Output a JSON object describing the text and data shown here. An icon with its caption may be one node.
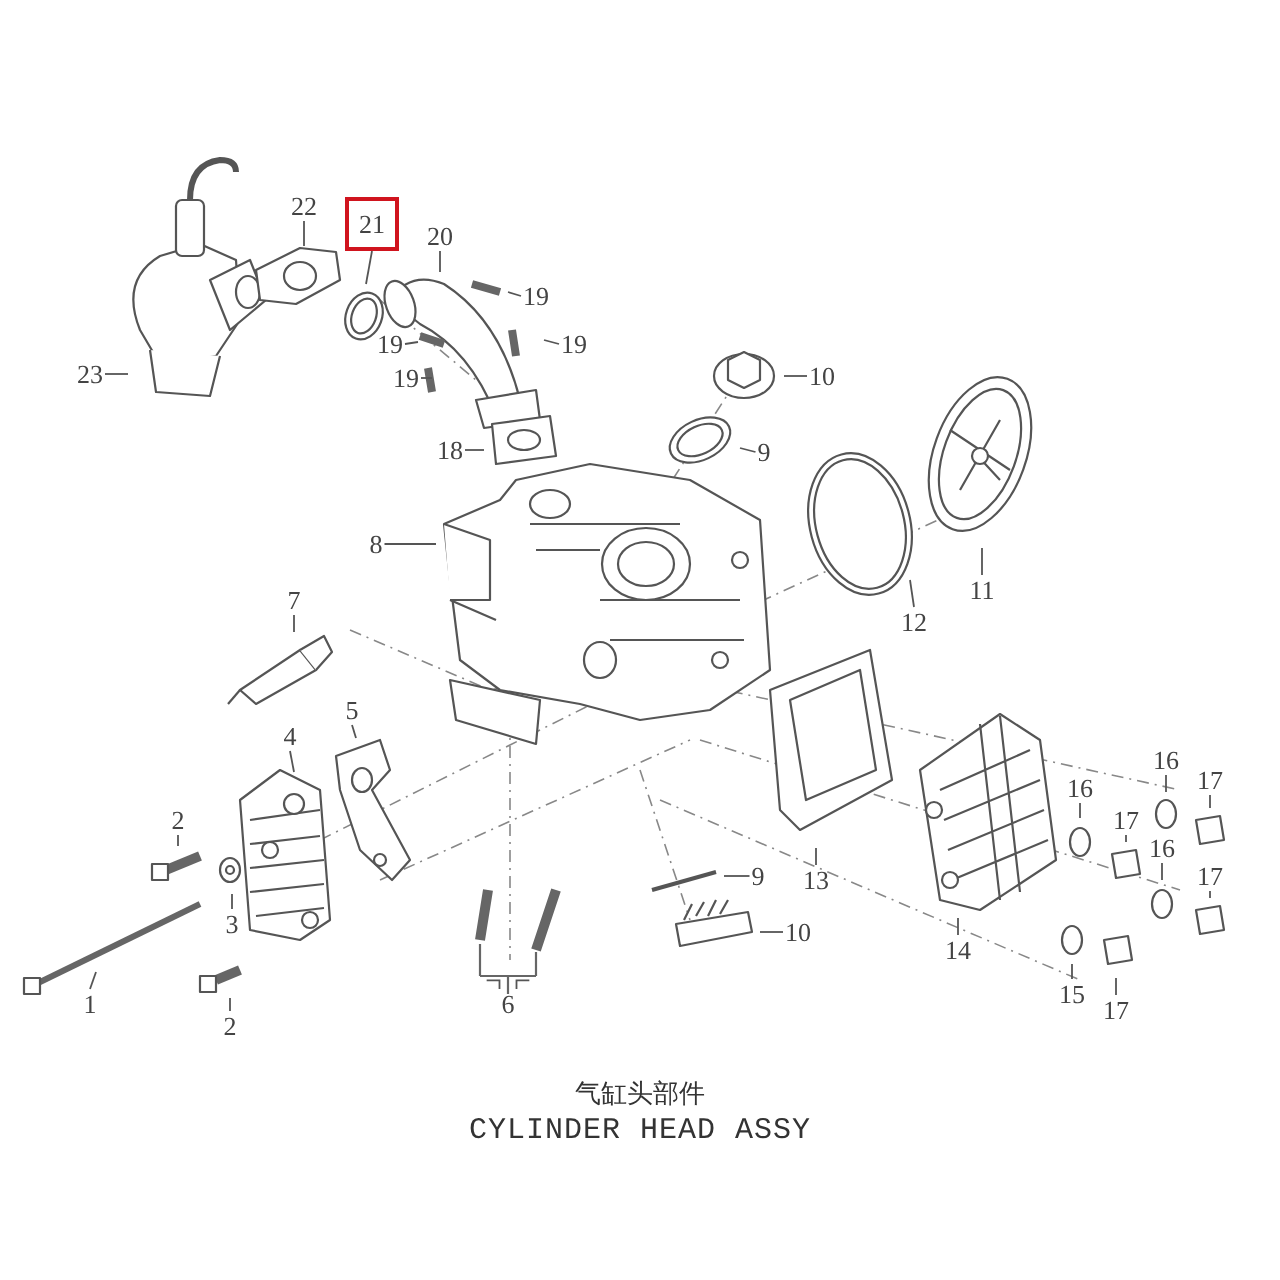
{
  "diagram": {
    "nodes": [
      {
        "text": [
          "23"
        ]
      },
      {
        "text": [
          "22"
        ]
      },
      {
        "text": [
          "21"
        ]
      },
      {
        "text": [
          "20"
        ]
      },
      {
        "text": [
          "19"
        ]
      },
      {
        "text": [
          "19"
        ]
      },
      {
        "text": [
          "19"
        ]
      },
      {
        "text": [
          "19"
        ]
      },
      {
        "text": [
          "18"
        ]
      },
      {
        "text": [
          "10"
        ]
      },
      {
        "text": [
          "9"
        ]
      },
      {
        "text": [
          "8"
        ]
      },
      {
        "text": [
          "11"
        ]
      },
      {
        "text": [
          "12"
        ]
      },
      {
        "text": [
          "7"
        ]
      },
      {
        "text": [
          "5"
        ]
      },
      {
        "text": [
          "4"
        ]
      },
      {
        "text": [
          "2"
        ]
      },
      {
        "text": [
          "3"
        ]
      },
      {
        "text": [
          "1"
        ]
      },
      {
        "text": [
          "2"
        ]
      },
      {
        "text": [
          "6"
        ]
      },
      {
        "text": [
          "9"
        ]
      },
      {
        "text": [
          "10"
        ]
      },
      {
        "text": [
          "13"
        ]
      },
      {
        "text": [
          "14"
        ]
      },
      {
        "text": [
          "16"
        ]
      },
      {
        "text": [
          "17"
        ]
      },
      {
        "text": [
          "16"
        ]
      },
      {
        "text": [
          "17"
        ]
      },
      {
        "text": [
          "16"
        ]
      },
      {
        "text": [
          "17"
        ]
      },
      {
        "text": [
          "15"
        ]
      },
      {
        "text": [
          "17"
        ]
      }
    ],
    "edges": [
      {
        "from": 0,
        "to": null,
        "arrow": "none"
      },
      {
        "from": 1,
        "to": null,
        "arrow": "none"
      },
      {
        "from": 2,
        "to": null,
        "arrow": "none"
      },
      {
        "from": 3,
        "to": null,
        "arrow": "none"
      },
      {
        "from": 4,
        "to": null,
        "arrow": "none"
      },
      {
        "from": 5,
        "to": null,
        "arrow": "none"
      },
      {
        "from": 6,
        "to": null,
        "arrow": "none"
      },
      {
        "from": 7,
        "to": null,
        "arrow": "none"
      },
      {
        "from": 8,
        "to": null,
        "arrow": "none"
      },
      {
        "from": 9,
        "to": null,
        "arrow": "none"
      },
      {
        "from": 10,
        "to": null,
        "arrow": "none"
      },
      {
        "from": 11,
        "to": null,
        "arrow": "none"
      },
      {
        "from": 12,
        "to": null,
        "arrow": "none"
      },
      {
        "from": 13,
        "to": null,
        "arrow": "none"
      },
      {
        "from": 14,
        "to": null,
        "arrow": "none"
      },
      {
        "from": 15,
        "to": null,
        "arrow": "none"
      },
      {
        "from": 16,
        "to": null,
        "arrow": "none"
      },
      {
        "from": 17,
        "to": null,
        "arrow": "none"
      },
      {
        "from": 18,
        "to": null,
        "arrow": "none"
      },
      {
        "from": 19,
        "to": null,
        "arrow": "none"
      },
      {
        "from": 20,
        "to": null,
        "arrow": "none"
      },
      {
        "from": 21,
        "to": null,
        "arrow": "none"
      },
      {
        "from": 21,
        "to": null,
        "arrow": "none"
      },
      {
        "from": 22,
        "to": null,
        "arrow": "none"
      },
      {
        "from": 23,
        "to": null,
        "arrow": "none"
      },
      {
        "from": 24,
        "to": null,
        "arrow": "none"
      },
      {
        "from": 25,
        "to": null,
        "arrow": "none"
      },
      {
        "from": 26,
        "to": null,
        "arrow": "none"
      },
      {
        "from": 27,
        "to": null,
        "arrow": "none"
      },
      {
        "from": 28,
        "to": null,
        "arrow": "none"
      },
      {
        "from": 29,
        "to": null,
        "arrow": "none"
      },
      {
        "from": 30,
        "to": null,
        "arrow": "none"
      },
      {
        "from": 31,
        "to": null,
        "arrow": "none"
      },
      {
        "from": 32,
        "to": null,
        "arrow": "none"
      },
      {
        "from": 33,
        "to": null,
        "arrow": "none"
      }
    ],
    "labels": [
      "气缸头部件",
      "CYLINDER HEAD ASSY"
    ]
  }
}
